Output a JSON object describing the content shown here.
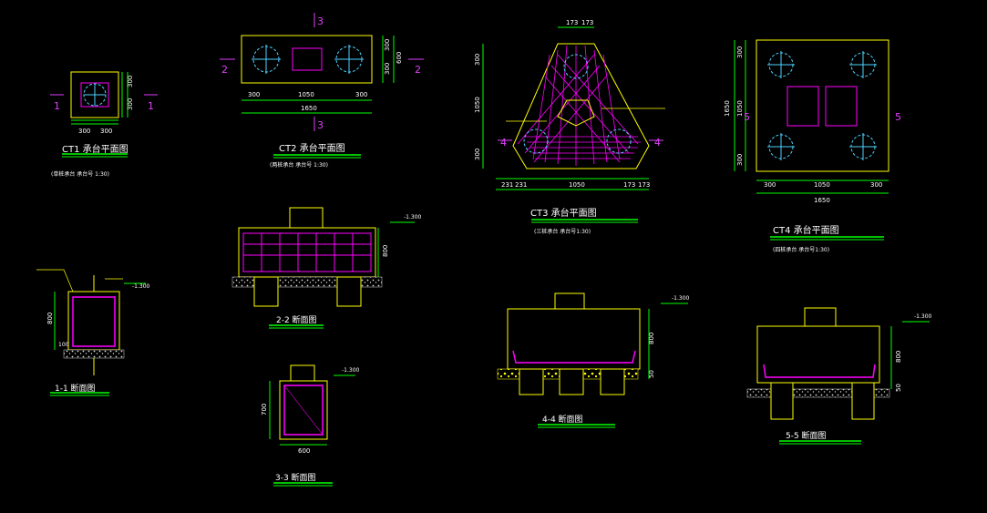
{
  "colors": {
    "background": "#000000",
    "outline": "#ffff00",
    "rebar": "#ff00ff",
    "dimension": "#00ff00",
    "text": "#ffffff",
    "pile": "#4dd2ff",
    "hatch": "#d9d9d9",
    "section_mark": "#e040fb"
  },
  "ct1": {
    "title": "CT1 承台平面图",
    "subtitle": "(单桩承台        承台号      1:30)",
    "mark": "1",
    "dims": [
      "300",
      "300",
      "300",
      "300"
    ]
  },
  "ct2": {
    "title": "CT2 承台平面图",
    "subtitle": "(两桩承台        承台号      1:30)",
    "mark_top": "3",
    "mark_side": "2",
    "dims_bottom": [
      "300",
      "1050",
      "300"
    ],
    "total": "1650",
    "dims_right": [
      "300",
      "300"
    ],
    "total_right": "600"
  },
  "ct3": {
    "title": "CT3 承台平面图",
    "subtitle": "(三桩承台    承台号1:30)",
    "mark": "4",
    "dims_top": [
      "173",
      "173"
    ],
    "dims_left": [
      "300",
      "1050",
      "300"
    ],
    "dims_bottom": [
      "231",
      "231",
      "1050",
      "173",
      "173"
    ]
  },
  "ct4": {
    "title": "CT4 承台平面图",
    "subtitle": "(四桩承台    承台号1:30)",
    "mark": "5",
    "dims_bottom": [
      "300",
      "1050",
      "300"
    ],
    "total": "1650",
    "dims_left": [
      "300",
      "1050",
      "300"
    ],
    "total_left": "1650"
  },
  "sec1": {
    "title": "1-1 断面图",
    "elev": "-1.300",
    "dims": [
      "800",
      "100"
    ]
  },
  "sec2": {
    "title": "2-2 断面图",
    "elev": "-1.300",
    "dims": [
      "800"
    ]
  },
  "sec3": {
    "title": "3-3 断面图",
    "elev": "-1.300",
    "dims_bottom": [
      "600"
    ],
    "dims_left": [
      "700"
    ]
  },
  "sec4": {
    "title": "4-4 断面图",
    "elev": "-1.300",
    "dims": [
      "800",
      "50"
    ]
  },
  "sec5": {
    "title": "5-5 断面图",
    "elev": "-1.300",
    "dims": [
      "800",
      "50"
    ]
  }
}
